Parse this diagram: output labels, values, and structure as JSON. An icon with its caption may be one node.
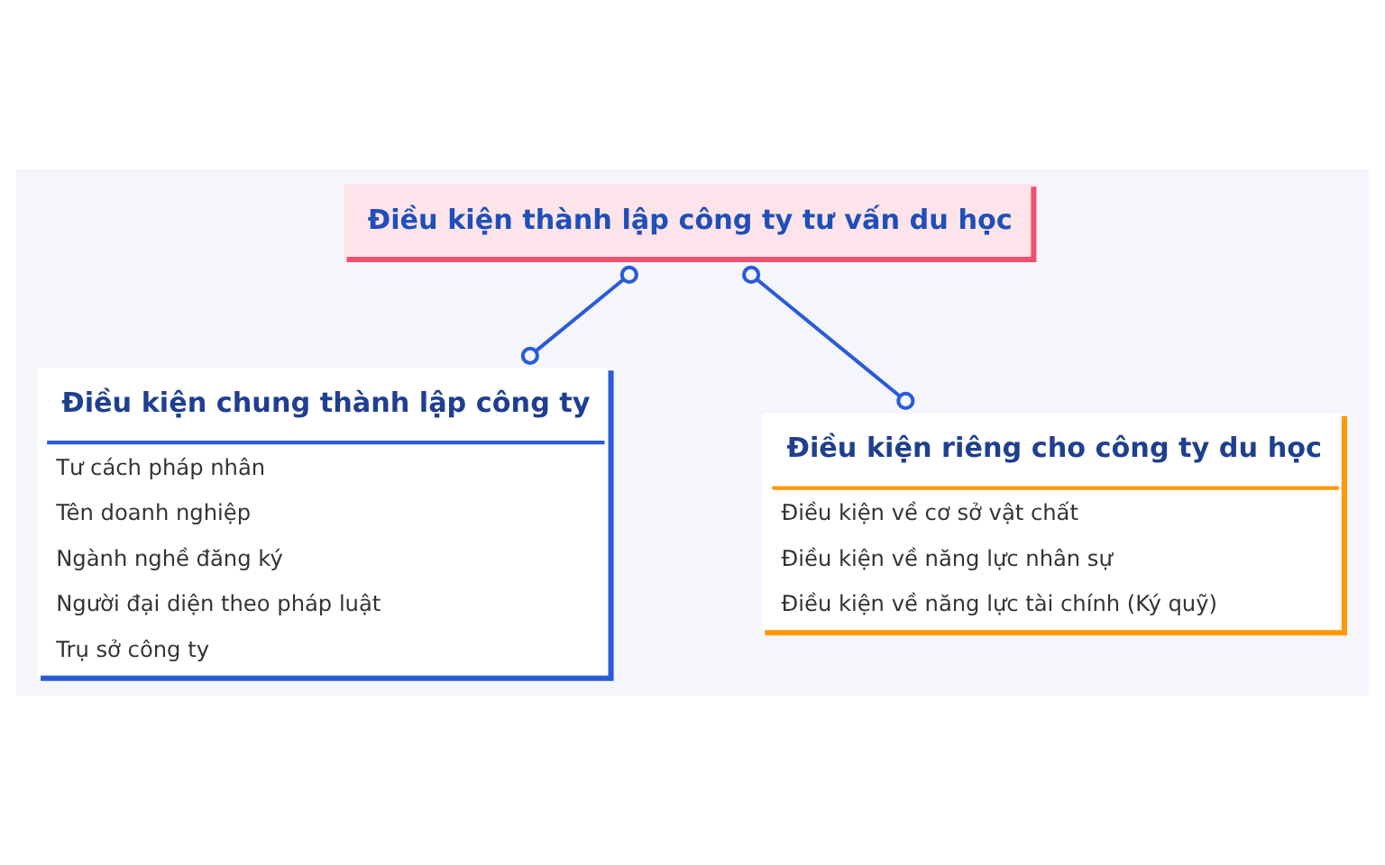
{
  "diagram": {
    "nodes": [
      {
        "text": [
          "Điều kiện thành lập công ty tư vấn du học"
        ]
      },
      {
        "text": [
          "Điều kiện chung thành lập công ty",
          "Tư cách pháp nhân",
          "Tên doanh nghiệp",
          "Ngành nghề đăng ký",
          "Người đại diện theo pháp luật",
          "Trụ sở công ty"
        ]
      },
      {
        "text": [
          "Điều kiện riêng cho công ty du học",
          "Điều kiện về cơ sở vật chất",
          "Điều kiện về năng lực nhân sự",
          "Điều kiện về năng lực tài chính (Ký quỹ)"
        ]
      }
    ],
    "edges": [
      {
        "from": 0,
        "to": 1,
        "arrow": "other"
      },
      {
        "from": 0,
        "to": 2,
        "arrow": "other"
      }
    ]
  }
}
